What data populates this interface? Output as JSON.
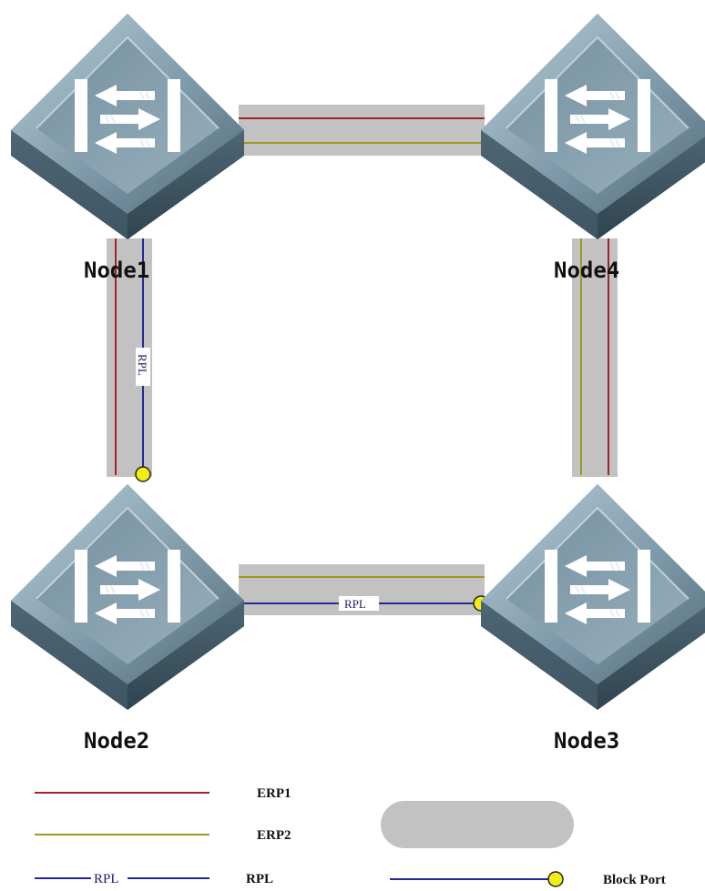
{
  "nodes": {
    "node1": "Node1",
    "node2": "Node2",
    "node3": "Node3",
    "node4": "Node4"
  },
  "links": {
    "rpl_tag": "RPL"
  },
  "legend": {
    "erp1": "ERP1",
    "erp2": "ERP2",
    "rpl_line_tag": "RPL",
    "rpl": "RPL",
    "block_port": "Block Port"
  },
  "colors": {
    "erp1": "#a02424",
    "erp2": "#9b9a22",
    "rpl": "#26269a",
    "link_bundle": "#c2c2c2",
    "block_port": "#f2ee14"
  }
}
